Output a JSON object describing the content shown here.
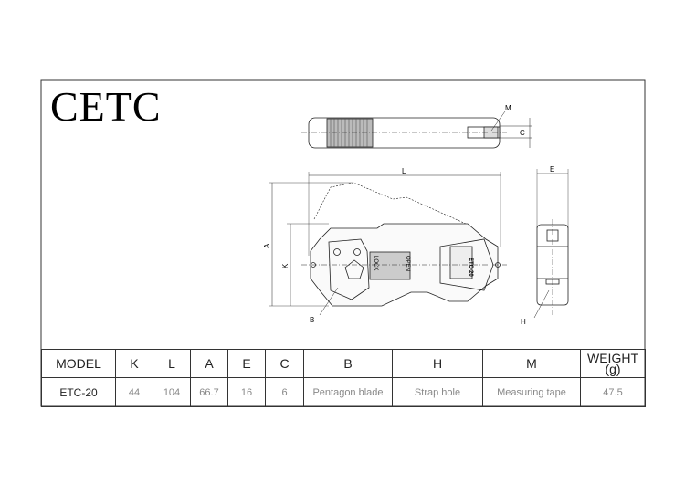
{
  "brand": "CETC",
  "drawing": {
    "labels": {
      "M": "M",
      "C": "C",
      "L": "L",
      "E": "E",
      "A": "A",
      "K": "K",
      "B": "B",
      "H": "H"
    },
    "model_mark": "ETC-20",
    "lock_text": "LOCK",
    "open_text": "OPEN"
  },
  "table": {
    "headers": [
      "MODEL",
      "K",
      "L",
      "A",
      "E",
      "C",
      "B",
      "H",
      "M",
      "WEIGHT (g)"
    ],
    "row": [
      "ETC-20",
      "44",
      "104",
      "66.7",
      "16",
      "6",
      "Pentagon blade",
      "Strap hole",
      "Measuring tape",
      "47.5"
    ]
  }
}
